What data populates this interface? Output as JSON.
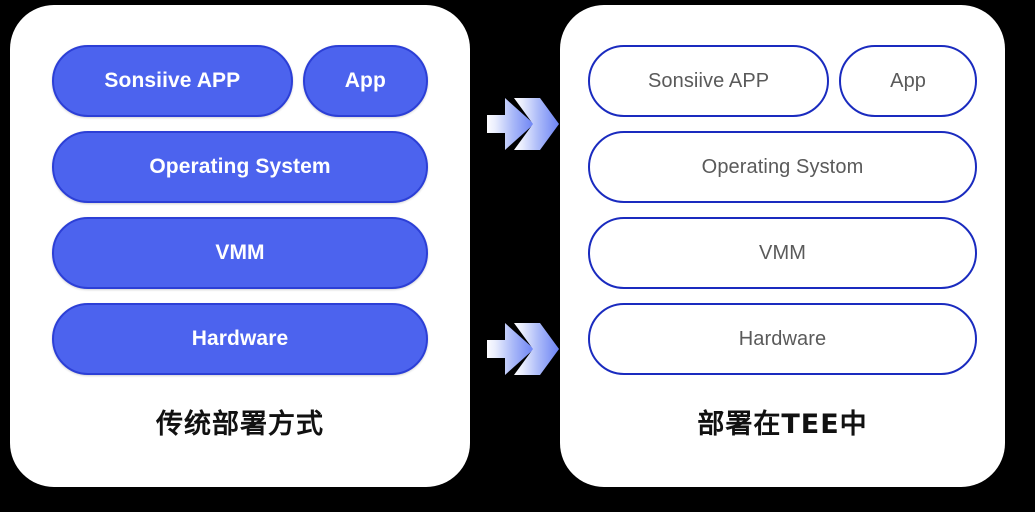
{
  "diagram": {
    "title": "TEE deployment comparison",
    "background_color": "#000000",
    "card_color": "#ffffff",
    "accent_fill": "#4c63ee",
    "accent_border": "#2c3fd6",
    "outline_color": "#1a2bbf",
    "outline_text_color": "#5a5a5a",
    "arrow_gradient_from": "#f2f4ff",
    "arrow_gradient_to": "#6c83f5"
  },
  "left_panel": {
    "caption": "传统部署方式",
    "layers": [
      {
        "id": "apps",
        "type": "split",
        "items": [
          {
            "label": "Sonsiive APP",
            "name": "sonsiive-app"
          },
          {
            "label": "App",
            "name": "app"
          }
        ]
      },
      {
        "id": "os",
        "type": "full",
        "label": "Operating System"
      },
      {
        "id": "vmm",
        "type": "full",
        "label": "VMM"
      },
      {
        "id": "hardware",
        "type": "full",
        "label": "Hardware"
      }
    ]
  },
  "right_panel": {
    "caption": "部署在TEE中",
    "layers": [
      {
        "id": "apps",
        "type": "split",
        "items": [
          {
            "label": "Sonsiive APP",
            "name": "sonsiive-app"
          },
          {
            "label": "App",
            "name": "app"
          }
        ]
      },
      {
        "id": "os",
        "type": "full",
        "label": "Operating Systom"
      },
      {
        "id": "vmm",
        "type": "full",
        "label": "VMM"
      },
      {
        "id": "hardware",
        "type": "full",
        "label": "Hardware"
      }
    ]
  },
  "connectors": [
    {
      "id": "arrow-top",
      "icon": "double-chevron-right-icon"
    },
    {
      "id": "arrow-bottom",
      "icon": "double-chevron-right-icon"
    }
  ]
}
